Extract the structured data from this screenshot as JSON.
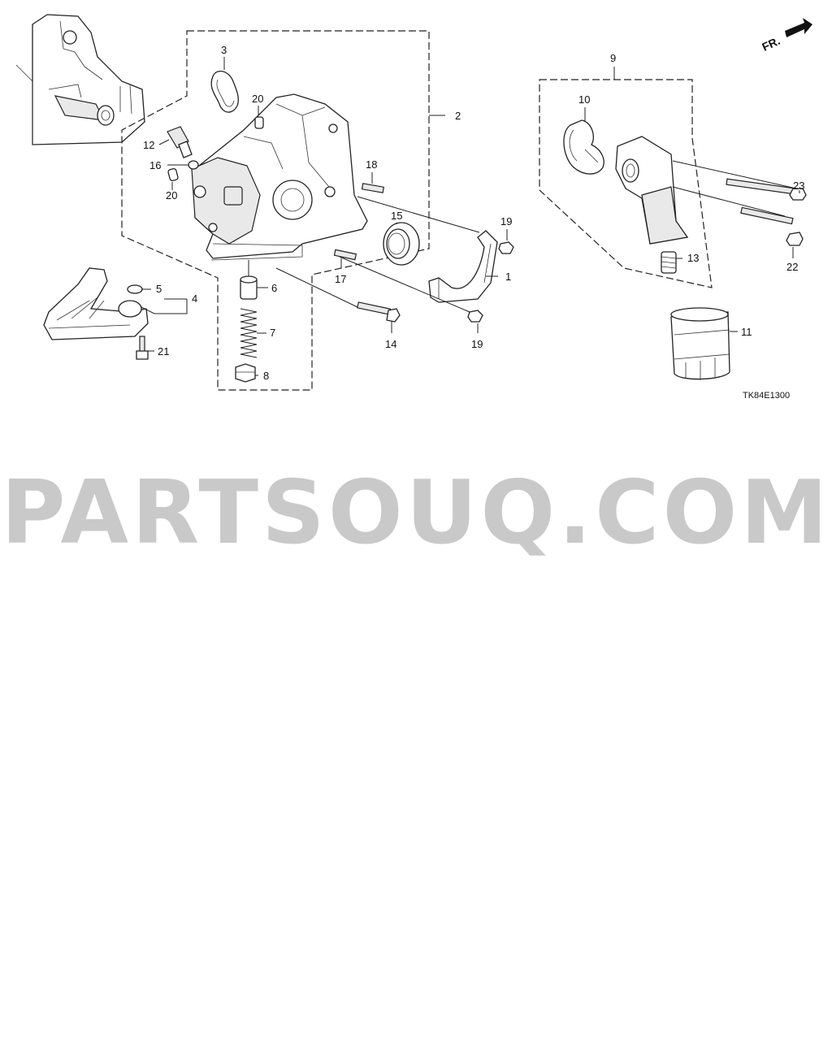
{
  "diagram": {
    "direction_label": "FR.",
    "diagram_code": "TK84E1300",
    "callouts": [
      "1",
      "2",
      "3",
      "4",
      "5",
      "6",
      "7",
      "8",
      "9",
      "10",
      "11",
      "12",
      "13",
      "14",
      "15",
      "16",
      "17",
      "18",
      "19",
      "19",
      "20",
      "20",
      "21",
      "22",
      "23"
    ]
  },
  "watermark": "PARTSOUQ.COM"
}
